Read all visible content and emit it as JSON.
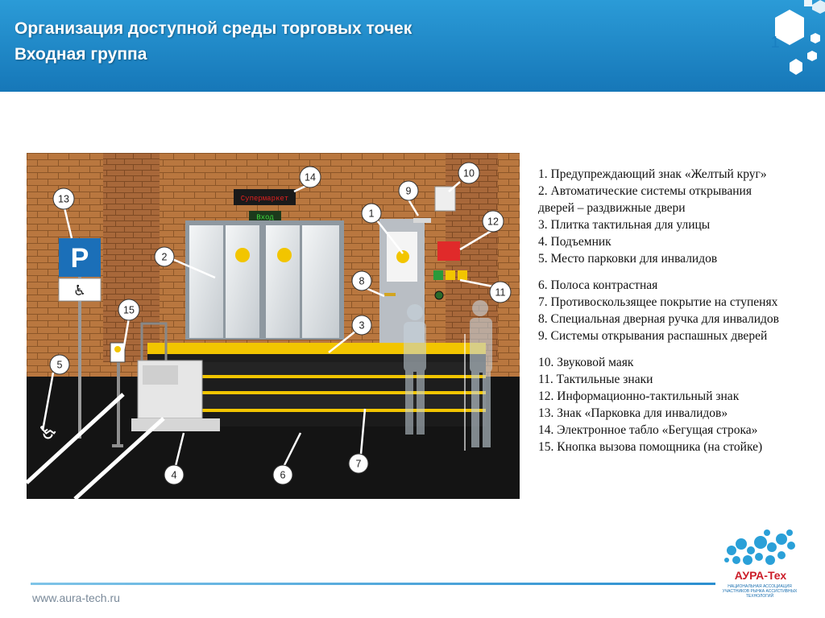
{
  "header": {
    "title_line1": "Организация доступной среды торговых точек",
    "title_line2": "Входная группа",
    "page_number": "1"
  },
  "scene": {
    "board_text": "Супермаркет",
    "entrance_sign": "Вход",
    "callouts": [
      "1",
      "2",
      "3",
      "4",
      "5",
      "6",
      "7",
      "8",
      "9",
      "10",
      "11",
      "12",
      "13",
      "14",
      "15"
    ]
  },
  "legend": [
    [
      "1. Предупреждающий знак «Желтый круг»",
      "2. Автоматические системы открывания",
      "дверей – раздвижные двери",
      "3. Плитка тактильная для улицы",
      "4. Подъемник",
      "5. Место парковки для инвалидов"
    ],
    [
      "6. Полоса контрастная",
      "7. Противоскользящее покрытие на ступенях",
      "8. Специальная дверная ручка для инвалидов",
      "9. Системы открывания распашных дверей"
    ],
    [
      "10. Звуковой маяк",
      "11. Тактильные знаки",
      "12. Информационно-тактильный знак",
      "13. Знак «Парковка для инвалидов»",
      "14. Электронное табло «Бегущая строка»",
      "15. Кнопка вызова помощника (на стойке)"
    ]
  ],
  "footer": {
    "url": "www.aura-tech.ru",
    "logo_text": "АУРА-Тех",
    "logo_subtitle": "НАЦИОНАЛЬНАЯ АССОЦИАЦИЯ УЧАСТНИКОВ РЫНКА АССИСТИВНЫХ ТЕХНОЛОГИЙ"
  },
  "colors": {
    "header_blue": "#1a86c8",
    "brick": "#b5733d",
    "yellow_tactile": "#f2c500",
    "floor": "#141414",
    "logo_red": "#cc1e2a"
  }
}
